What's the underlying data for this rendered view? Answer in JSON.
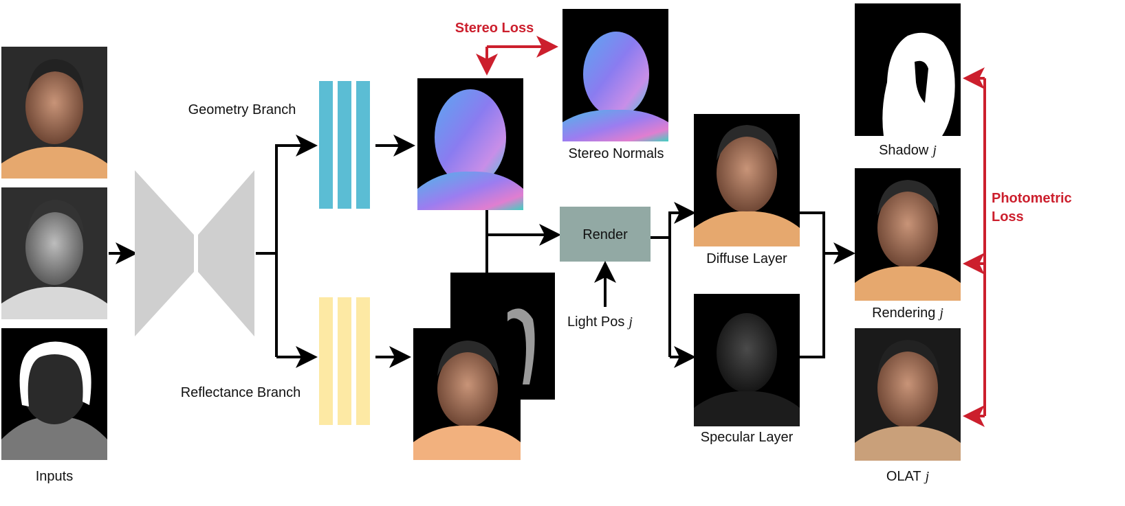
{
  "labels": {
    "inputs": "Inputs",
    "geometry_branch": "Geometry Branch",
    "reflectance_branch": "Reflectance Branch",
    "stereo_loss": "Stereo Loss",
    "stereo_normals": "Stereo Normals",
    "render": "Render",
    "light_pos": "Light Pos",
    "diffuse_layer": "Diffuse Layer",
    "specular_layer": "Specular Layer",
    "shadow": "Shadow",
    "rendering": "Rendering",
    "olat": "OLAT",
    "photometric_loss_line1": "Photometric",
    "photometric_loss_line2": "Loss",
    "index_symbol": "j"
  },
  "colors": {
    "loss": "#cc1f2d",
    "geometry_bars": "#5bbdd4",
    "reflectance_bars": "#fde9a4",
    "render_box": "#92a9a4",
    "network": "#cfcfcf",
    "arrow": "#000000"
  }
}
